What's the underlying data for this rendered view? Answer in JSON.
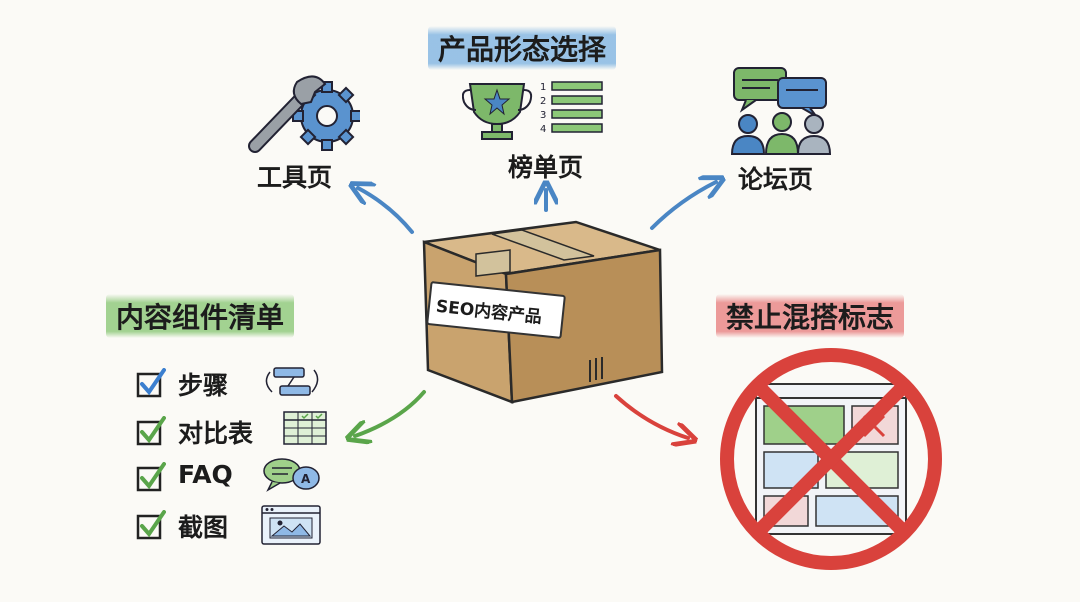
{
  "center": {
    "box_label": "SEO内容产品"
  },
  "top_section": {
    "heading": "产品形态选择"
  },
  "branches": [
    {
      "label": "工具页",
      "icon": "wrench-gear-icon"
    },
    {
      "label": "榜单页",
      "icon": "trophy-ranking-icon"
    },
    {
      "label": "论坛页",
      "icon": "forum-chat-people-icon"
    }
  ],
  "left_section": {
    "heading": "内容组件清单",
    "items": [
      {
        "label": "步骤",
        "icon": "steps-flow-icon"
      },
      {
        "label": "对比表",
        "icon": "comparison-table-icon"
      },
      {
        "label": "FAQ",
        "icon": "faq-speech-bubbles-icon"
      },
      {
        "label": "截图",
        "icon": "screenshot-image-icon"
      }
    ]
  },
  "right_section": {
    "heading": "禁止混搭标志",
    "icon": "prohibited-mixed-layout-icon"
  },
  "colors": {
    "blue": "#4a86c4",
    "green": "#5aa54a",
    "red": "#d9423c",
    "box": "#c9a36e"
  }
}
